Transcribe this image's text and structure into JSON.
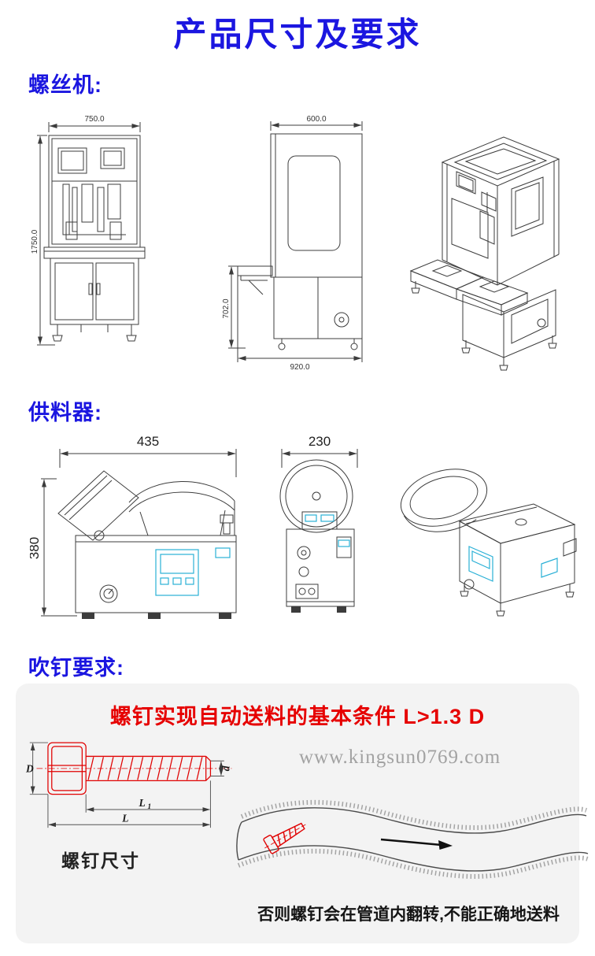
{
  "page": {
    "title": "产品尺寸及要求"
  },
  "screw_machine": {
    "heading": "螺丝机:",
    "dims": {
      "front_width": "750.0",
      "front_height": "1750.0",
      "side_width": "600.0",
      "side_table_height": "702.0",
      "side_depth": "920.0"
    }
  },
  "feeder": {
    "heading": "供料器:",
    "dims": {
      "front_width": "435",
      "front_height": "380",
      "side_width": "230"
    }
  },
  "blow": {
    "heading": "吹钉要求:",
    "condition": "螺钉实现自动送料的基本条件 L>1.3 D",
    "watermark": "www.kingsun0769.com",
    "screw_caption": "螺钉尺寸",
    "note": "否则螺钉会在管道内翻转,不能正确地送料",
    "labels": {
      "head_diameter": "D",
      "shaft_diameter": "d",
      "shaft_length": "L",
      "shaft_length_sub": "1",
      "total_length": "L"
    }
  },
  "colors": {
    "accent_blue": "#1b16e0",
    "highlight_red": "#e60000",
    "panel_cyan": "#2ab0d6",
    "line_dark": "#3c3c3c",
    "watermark_gray": "#a2a2a2"
  }
}
